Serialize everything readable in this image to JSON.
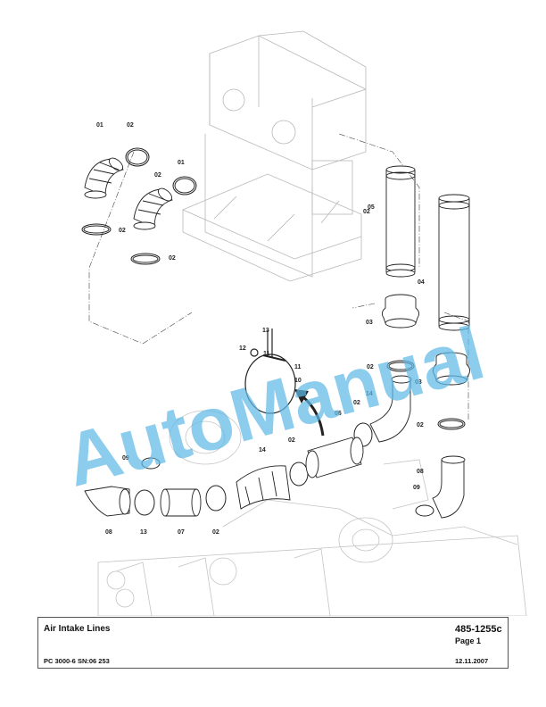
{
  "watermark": "AutoManual",
  "title_block": {
    "title": "Air Intake Lines",
    "drawing_number": "485-1255c",
    "page": "Page 1",
    "machine": "PC 3000-6 SN:06 253",
    "date": "12.11.2007"
  },
  "callouts": [
    "01",
    "02",
    "02",
    "01",
    "02",
    "02",
    "02",
    "05",
    "04",
    "03",
    "03",
    "12",
    "13",
    "11",
    "11",
    "10",
    "02",
    "14",
    "02",
    "06",
    "02",
    "14",
    "02",
    "09",
    "08",
    "13",
    "07",
    "02",
    "09",
    "08"
  ],
  "colors": {
    "watermark": "#5fb8e6",
    "line": "#222222",
    "ghost": "#b8b8b8"
  }
}
